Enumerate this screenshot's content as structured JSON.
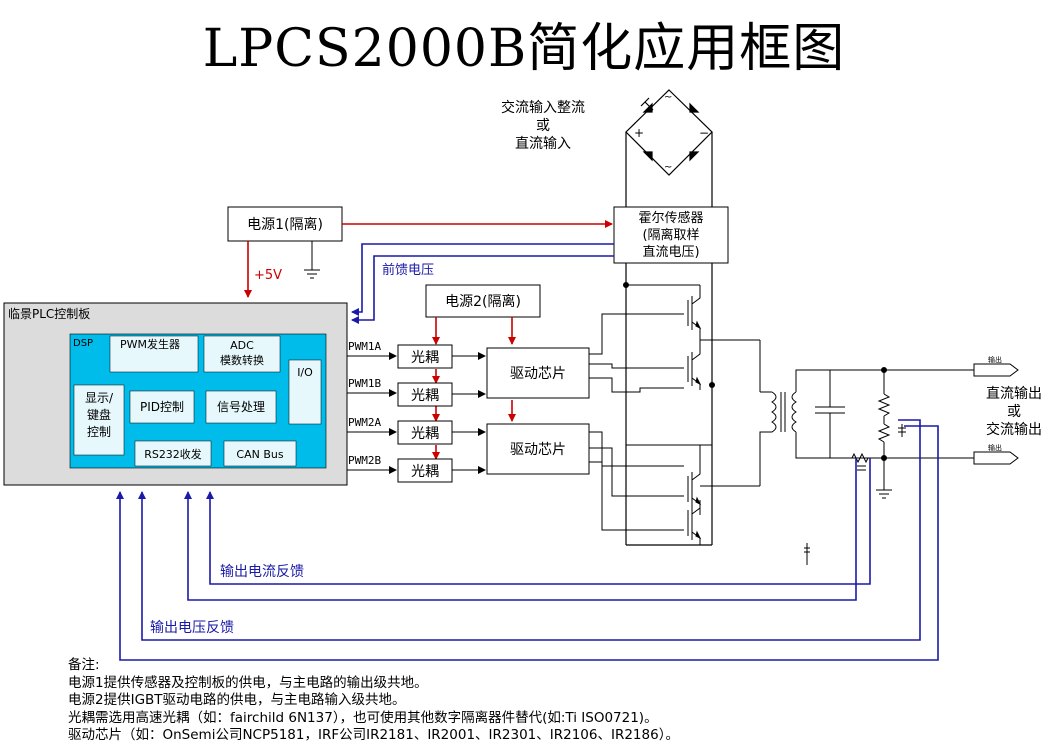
{
  "title": "LPCS2000B简化应用框图",
  "input_label": [
    "交流输入整流",
    "或",
    "直流输入"
  ],
  "power1": "电源1(隔离)",
  "power2": "电源2(隔离)",
  "hall": [
    "霍尔传感器",
    "(隔离取样",
    "直流电压)"
  ],
  "plus5v": "+5V",
  "feedforward": "前馈电压",
  "plc_board": "临景PLC控制板",
  "dsp": "DSP",
  "pwm_gen": "PWM发生器",
  "adc": [
    "ADC",
    "模数转换"
  ],
  "io": "I/O",
  "display": [
    "显示/",
    "键盘",
    "控制"
  ],
  "pid": "PID控制",
  "signal": "信号处理",
  "rs232": "RS232收发",
  "can": "CAN Bus",
  "pwm_labels": [
    "PWM1A",
    "PWM1B",
    "PWM2A",
    "PWM2B"
  ],
  "optocoupler": "光耦",
  "driver": "驱动芯片",
  "out_small": "输出",
  "output_label": [
    "直流输出",
    "或",
    "交流输出"
  ],
  "current_fb": "输出电流反馈",
  "voltage_fb": "输出电压反馈",
  "notes": [
    "备注:",
    "电源1提供传感器及控制板的供电，与主电路的输出级共地。",
    "电源2提供IGBT驱动电路的供电，与主电路输入级共地。",
    "光耦需选用高速光耦（如：fairchild 6N137），也可使用其他数字隔离器件替代(如:Ti ISO0721)。",
    "驱动芯片（如：OnSemi公司NCP5181，IRF公司IR2181、IR2001、IR2301、IR2106、IR2186）。"
  ],
  "colors": {
    "red": "#cc0000",
    "blue": "#1a1aa8",
    "cyan": "#00bcea",
    "lightcyan": "#e6f8fc",
    "board": "#dcdcdc"
  }
}
